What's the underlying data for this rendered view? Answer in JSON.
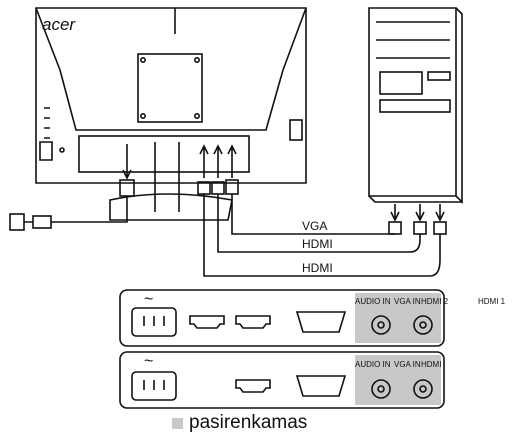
{
  "monitor": {
    "brand": "acer"
  },
  "cables": [
    {
      "id": "vga",
      "label": "VGA"
    },
    {
      "id": "hdmi1",
      "label": "HDMI"
    },
    {
      "id": "hdmi2",
      "label": "HDMI"
    }
  ],
  "panels": [
    {
      "id": "panel-a",
      "ac_symbol": "~",
      "ports": [
        "power",
        "hdmi",
        "hdmi",
        "vga",
        "audio-in"
      ],
      "port_labels": [
        "AUDIO IN",
        "VGA IN",
        "HDMI 2",
        "HDMI 1"
      ]
    },
    {
      "id": "panel-b",
      "ac_symbol": "~",
      "ports": [
        "power",
        "hdmi",
        "vga",
        "audio-in"
      ],
      "port_labels": [
        "AUDIO IN",
        "VGA IN",
        "HDMI"
      ]
    }
  ],
  "legend": {
    "optional_label": "pasirenkamas",
    "optional_color": "#c8c8c8"
  },
  "colors": {
    "line": "#111111",
    "optional_fill": "#c8c8c8"
  }
}
